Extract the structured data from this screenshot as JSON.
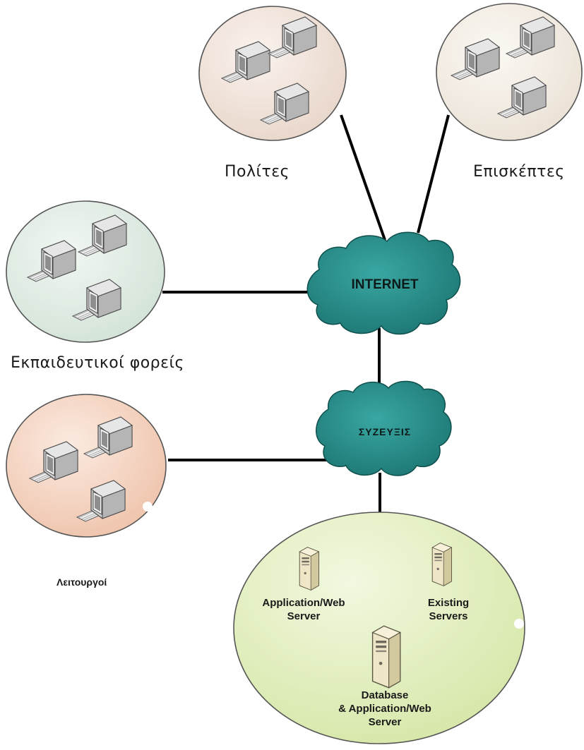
{
  "groups": {
    "citizens": {
      "label": "Πολίτες"
    },
    "visitors": {
      "label": "Επισκέπτες"
    },
    "education": {
      "label": "Εκπαιδευτικοί φορείς"
    },
    "officials": {
      "label": "Λειτουργοί"
    }
  },
  "clouds": {
    "internet": {
      "label": "INTERNET"
    },
    "interconnections": {
      "label": "ΣΥΖΕΥΞΙΣ"
    }
  },
  "servers": {
    "app_web": {
      "line1": "Application/Web",
      "line2": "Server"
    },
    "existing": {
      "line1": "Existing",
      "line2": "Servers"
    },
    "database": {
      "line1": "Database",
      "line2": "& Application/Web",
      "line3": "Server"
    }
  },
  "colors": {
    "cloud_fill": "#1f8a86",
    "cloud_stroke": "#0f4f4c",
    "citizens_fill": "#f1e4dc",
    "visitors_fill": "#f3eee6",
    "education_fill": "#e3eee6",
    "officials_fill": "#f5d8c8",
    "servers_fill": "#e4f0c4",
    "link": "#000000"
  },
  "icons": [
    "computer-icon",
    "server-icon",
    "cloud-icon"
  ]
}
